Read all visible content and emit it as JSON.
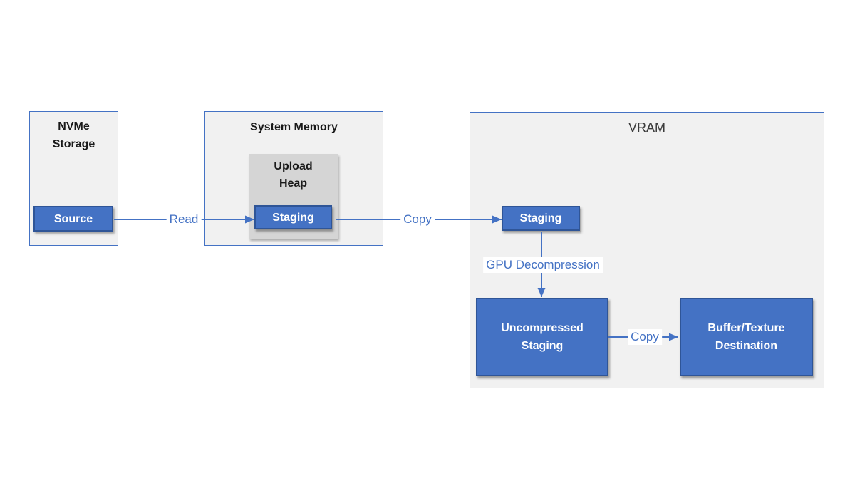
{
  "diagram": {
    "colors": {
      "accent": "#4472C4",
      "box_border": "#2F5597",
      "container_fill": "#F1F1F1",
      "container_border": "#4472C4",
      "heap_fill": "#D5D5D5",
      "title_color": "#1A1A1A",
      "vram_title_color": "#3A3A3A",
      "box_text": "#FFFFFF"
    },
    "nvme": {
      "title": "NVMe\nStorage",
      "source": "Source"
    },
    "system_memory": {
      "title": "System Memory",
      "upload_heap_title": "Upload\nHeap",
      "staging": "Staging"
    },
    "vram": {
      "title": "VRAM",
      "staging": "Staging",
      "uncompressed": "Uncompressed\nStaging",
      "destination": "Buffer/Texture\nDestination"
    },
    "arrows": [
      {
        "label": "Read",
        "from": "NVMe Storage: Source",
        "to": "System Memory: Upload Heap Staging"
      },
      {
        "label": "Copy",
        "from": "System Memory: Upload Heap Staging",
        "to": "VRAM: Staging"
      },
      {
        "label": "GPU Decompression",
        "from": "VRAM: Staging",
        "to": "VRAM: Uncompressed Staging"
      },
      {
        "label": "Copy",
        "from": "VRAM: Uncompressed Staging",
        "to": "VRAM: Buffer/Texture Destination"
      }
    ]
  }
}
